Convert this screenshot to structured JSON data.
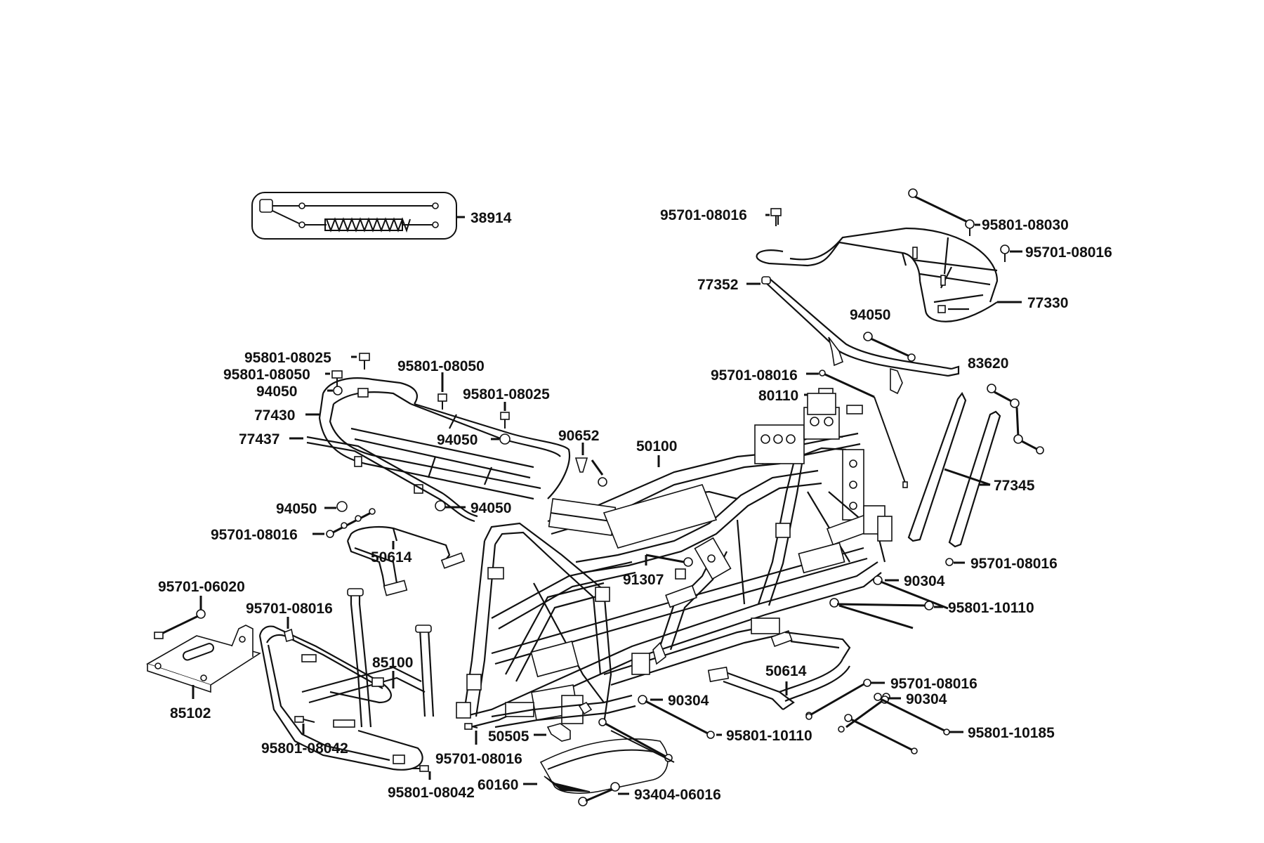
{
  "labels": {
    "p38914": "38914",
    "p95701_08016_a": "95701-08016",
    "p95801_08030": "95801-08030",
    "p95701_08016_b": "95701-08016",
    "p77352": "77352",
    "p77330": "77330",
    "p94050_a": "94050",
    "p83620": "83620",
    "p95701_08016_c": "95701-08016",
    "p80110": "80110",
    "p95801_08025_a": "95801-08025",
    "p95801_08050_a": "95801-08050",
    "p95801_08050_b": "95801-08050",
    "p94050_b": "94050",
    "p95801_08025_b": "95801-08025",
    "p77430": "77430",
    "p77437": "77437",
    "p94050_c": "94050",
    "p90652": "90652",
    "p50100": "50100",
    "p77345": "77345",
    "p94050_d": "94050",
    "p94050_e": "94050",
    "p95701_08016_d": "95701-08016",
    "p50614_a": "50614",
    "p91307": "91307",
    "p95701_08016_e": "95701-08016",
    "p90304_a": "90304",
    "p95801_10110_a": "95801-10110",
    "p95701_06020": "95701-06020",
    "p95701_08016_f": "95701-08016",
    "p85100": "85100",
    "p50614_b": "50614",
    "p95701_08016_g": "95701-08016",
    "p90304_b": "90304",
    "p90304_c": "90304",
    "p85102": "85102",
    "p95801_10110_b": "95801-10110",
    "p95801_10185": "95801-10185",
    "p50505": "50505",
    "p95801_08042_a": "95801-08042",
    "p95701_08016_h": "95701-08016",
    "p60160": "60160",
    "p95801_08042_b": "95801-08042",
    "p93404_06016": "93404-06016"
  }
}
